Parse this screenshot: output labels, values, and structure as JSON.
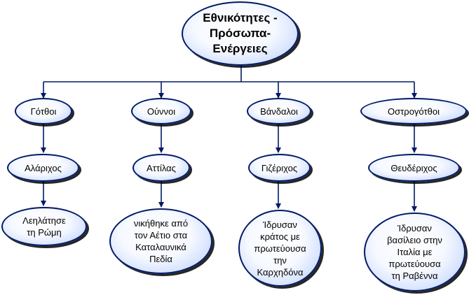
{
  "root": {
    "label": "Εθνικότητες -\nΠρόσωπα-\nΕνέργειες"
  },
  "branches": [
    {
      "nation": "Γότθοι",
      "person": "Αλάριχος",
      "action": "Λεηλάτησε\nτη Ρώμη"
    },
    {
      "nation": "Ούννοι",
      "person": "Αττίλας",
      "action": "νικήθηκε από\nτον Αέτιο στα\nΚαταλαυνικά\nΠεδία"
    },
    {
      "nation": "Βάνδαλοι",
      "person": "Γιζέριχος",
      "action": "Ίδρυσαν\nκράτος με\nπρωτεύουσα\nτην\nΚαρχηδόνα"
    },
    {
      "nation": "Οστρογότθοι",
      "person": "Θευδέριχος",
      "action": "Ίδρυσαν\nβασίλειο στην\nΙταλία με\nπρωτεύουσα\nτη Ραβέννα"
    }
  ],
  "colors": {
    "line": "#001a66",
    "border": "#001a66",
    "fill_edge": "#9db6f4",
    "text": "#000000"
  }
}
